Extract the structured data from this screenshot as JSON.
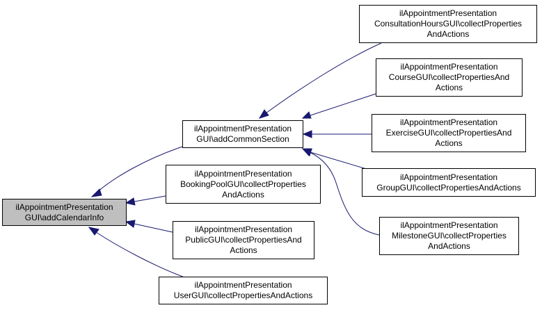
{
  "colors": {
    "edge": "#191970",
    "focus_fill": "#bfbfbf",
    "node_border": "#000000",
    "node_fill": "#ffffff"
  },
  "nodes": {
    "add_calendar_info": {
      "lines": [
        "ilAppointmentPresentation",
        "GUI\\addCalendarInfo"
      ]
    },
    "add_common_section": {
      "lines": [
        "ilAppointmentPresentation",
        "GUI\\addCommonSection"
      ]
    },
    "booking_pool": {
      "lines": [
        "ilAppointmentPresentation",
        "BookingPoolGUI\\collectProperties",
        "AndActions"
      ]
    },
    "public": {
      "lines": [
        "ilAppointmentPresentation",
        "PublicGUI\\collectPropertiesAnd",
        "Actions"
      ]
    },
    "user": {
      "lines": [
        "ilAppointmentPresentation",
        "UserGUI\\collectPropertiesAndActions"
      ]
    },
    "consultation_hours": {
      "lines": [
        "ilAppointmentPresentation",
        "ConsultationHoursGUI\\collectProperties",
        "AndActions"
      ]
    },
    "course": {
      "lines": [
        "ilAppointmentPresentation",
        "CourseGUI\\collectPropertiesAnd",
        "Actions"
      ]
    },
    "exercise": {
      "lines": [
        "ilAppointmentPresentation",
        "ExerciseGUI\\collectPropertiesAnd",
        "Actions"
      ]
    },
    "group": {
      "lines": [
        "ilAppointmentPresentation",
        "GroupGUI\\collectPropertiesAndActions"
      ]
    },
    "milestone": {
      "lines": [
        "ilAppointmentPresentation",
        "MilestoneGUI\\collectProperties",
        "AndActions"
      ]
    }
  }
}
